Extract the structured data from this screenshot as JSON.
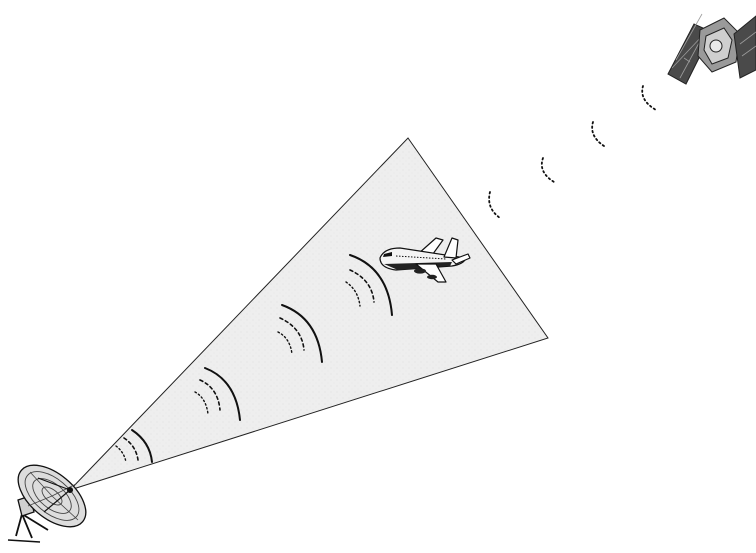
{
  "diagram": {
    "elements": [
      {
        "name": "radar-dish-icon"
      },
      {
        "name": "radar-beam-cone"
      },
      {
        "name": "airplane-icon"
      },
      {
        "name": "satellite-icon"
      },
      {
        "name": "radar-pulse-waves"
      },
      {
        "name": "satellite-signal-waves"
      }
    ]
  },
  "colors": {
    "background": "#ffffff",
    "beam_fill": "#ededed",
    "outline": "#111111",
    "satellite_panel": "#4a4a4a",
    "satellite_body": "#9a9a9a"
  }
}
